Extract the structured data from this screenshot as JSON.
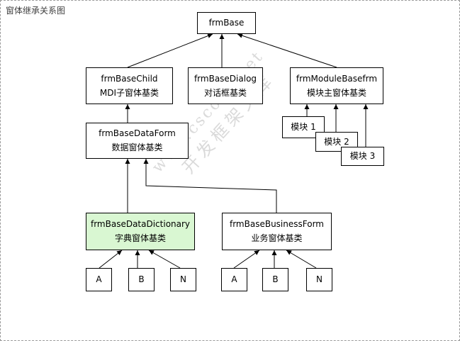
{
  "title": "窗体继承关系图",
  "watermark": {
    "line1": "www.cscode.net",
    "line2": "开发框架文库"
  },
  "nodes": {
    "frmBase": {
      "l1": "frmBase"
    },
    "frmBaseChild": {
      "l1": "frmBaseChild",
      "l2": "MDI子窗体基类"
    },
    "frmBaseDialog": {
      "l1": "frmBaseDialog",
      "l2": "对话框基类"
    },
    "frmModuleBasefrm": {
      "l1": "frmModuleBasefrm",
      "l2": "模块主窗体基类"
    },
    "module1": {
      "l1": "模块 1"
    },
    "module2": {
      "l1": "模块 2"
    },
    "module3": {
      "l1": "模块 3"
    },
    "frmBaseDataForm": {
      "l1": "frmBaseDataForm",
      "l2": "数据窗体基类"
    },
    "frmBaseDataDictionary": {
      "l1": "frmBaseDataDictionary",
      "l2": "字典窗体基类"
    },
    "frmBaseBusinessForm": {
      "l1": "frmBaseBusinessForm",
      "l2": "业务窗体基类"
    },
    "dictA": {
      "l1": "A"
    },
    "dictB": {
      "l1": "B"
    },
    "dictN": {
      "l1": "N"
    },
    "busA": {
      "l1": "A"
    },
    "busB": {
      "l1": "B"
    },
    "busN": {
      "l1": "N"
    }
  }
}
